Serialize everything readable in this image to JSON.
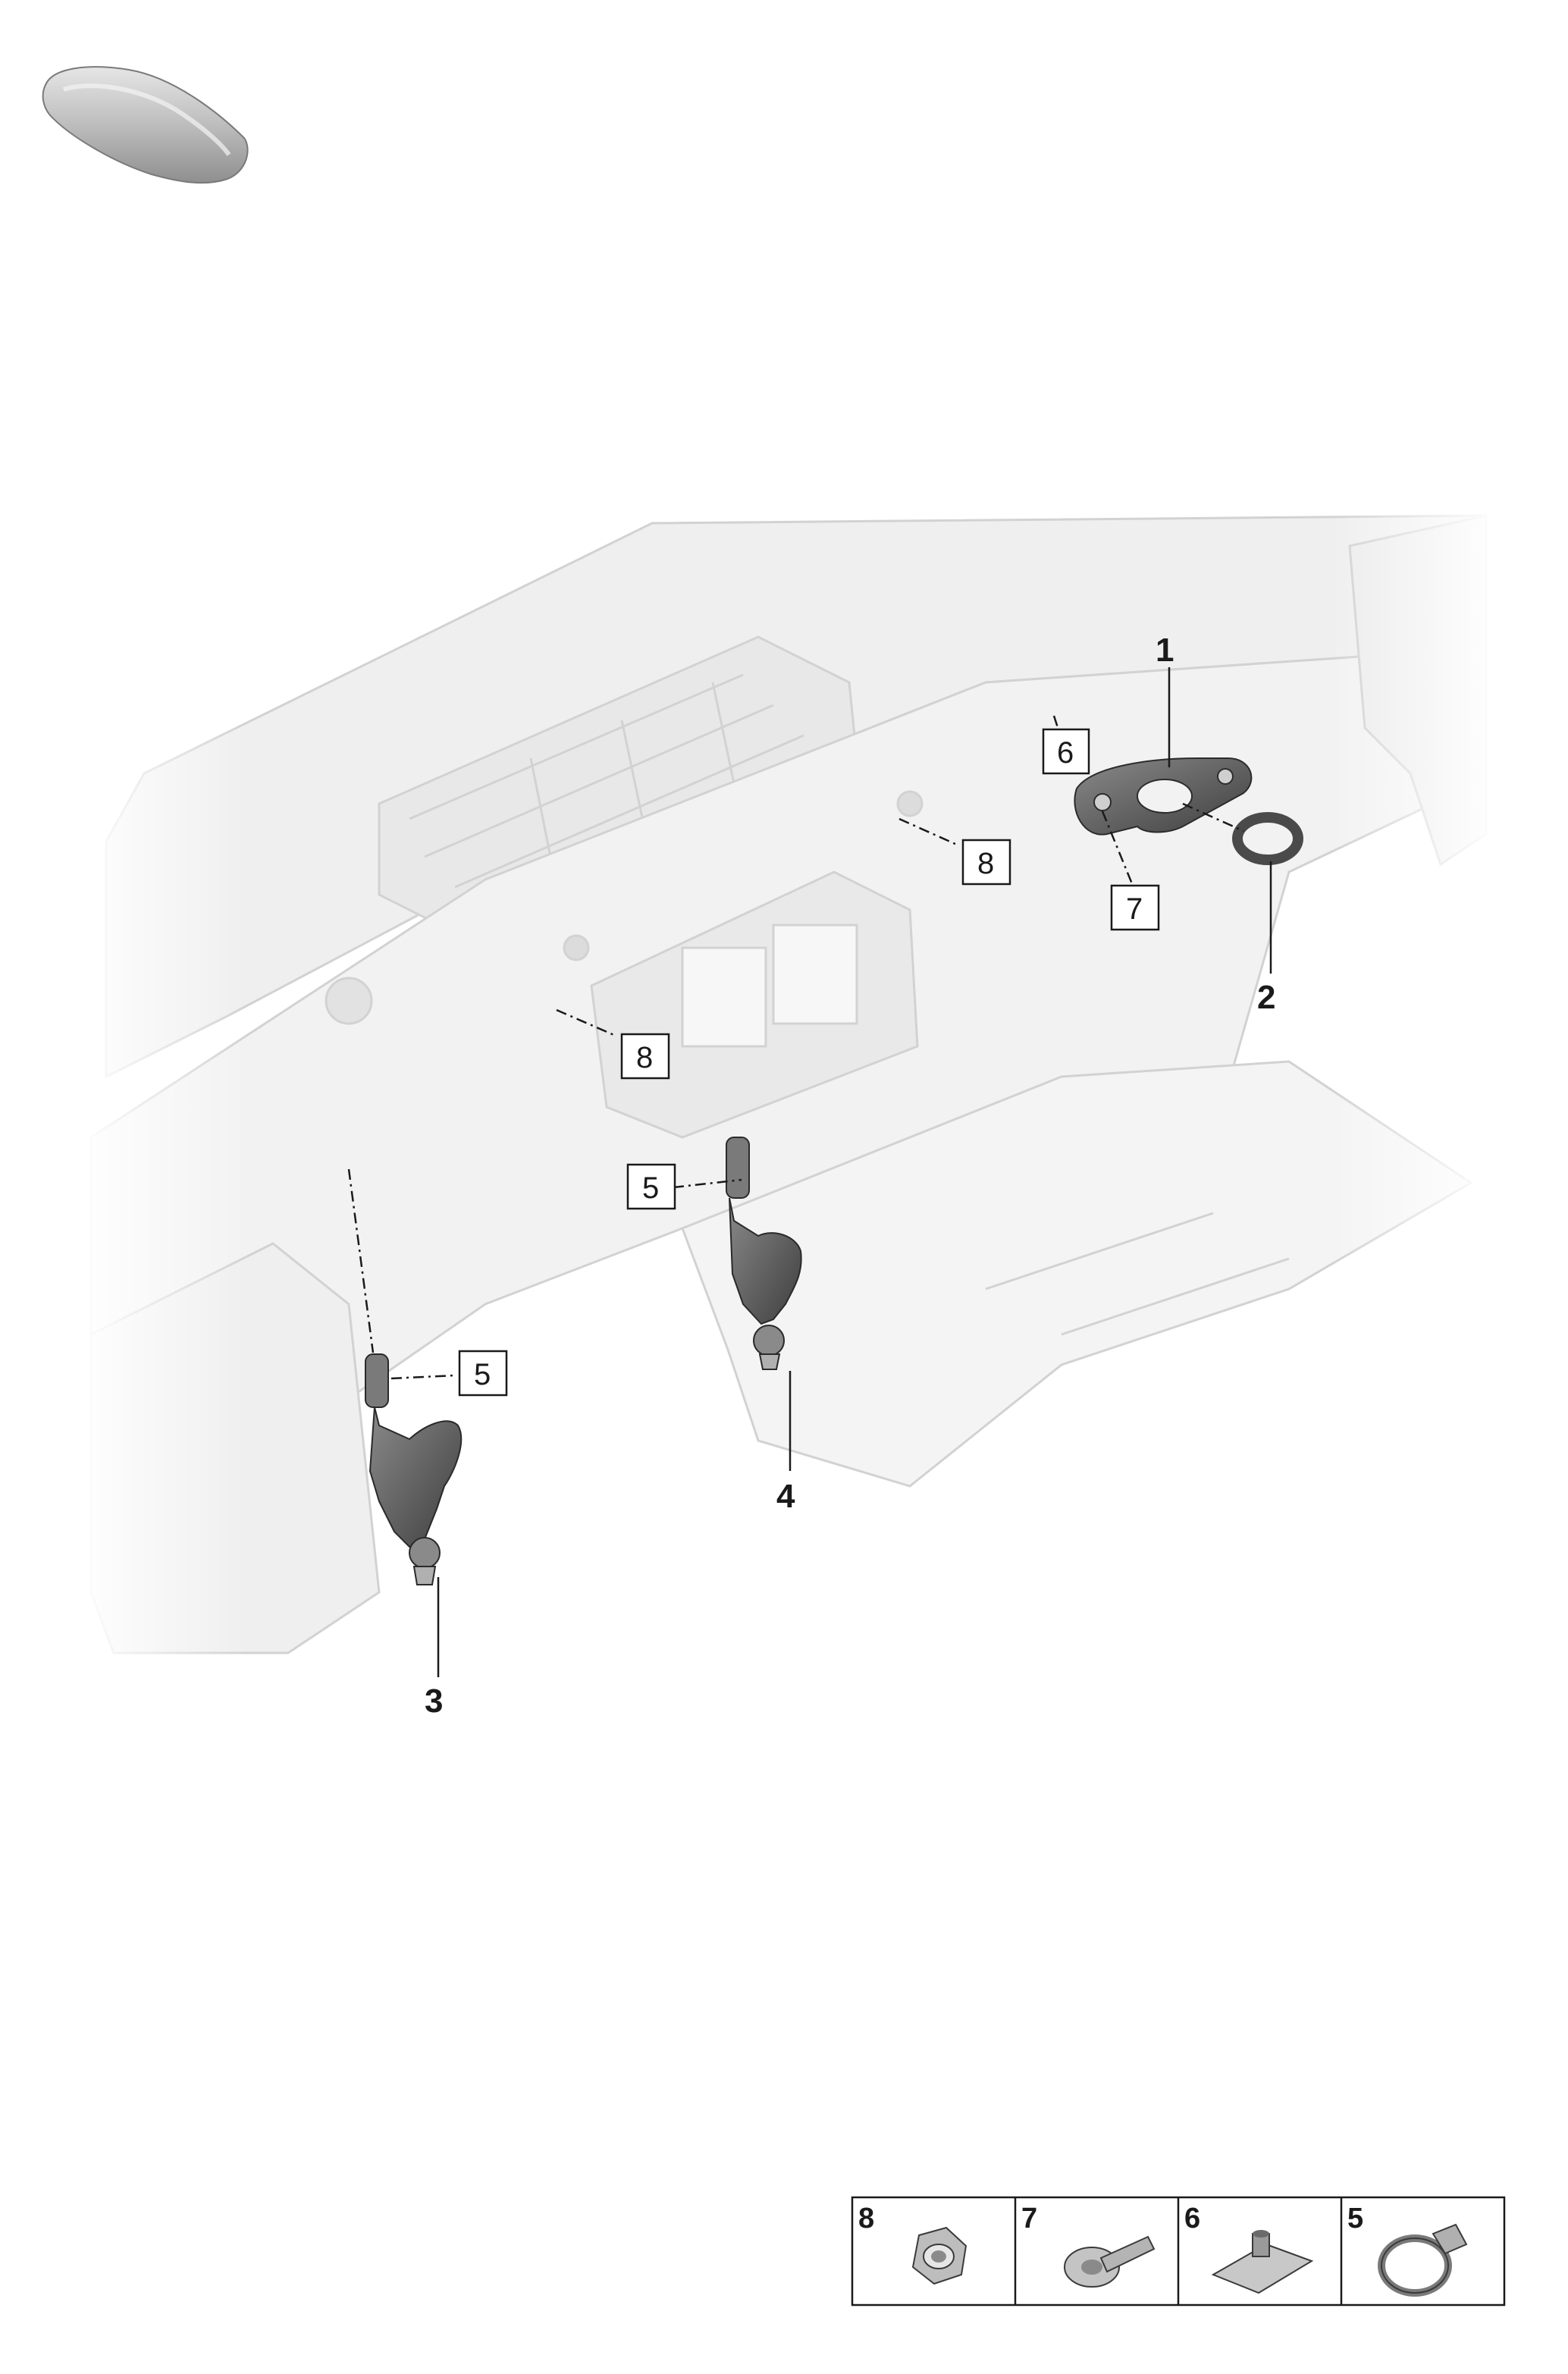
{
  "diagram": {
    "callouts": {
      "c1": "1",
      "c2": "2",
      "c3": "3",
      "c4": "4"
    },
    "boxed_labels": {
      "b5_left": "5",
      "b5_mid": "5",
      "b6": "6",
      "b7": "7",
      "b8_upper": "8",
      "b8_lower": "8"
    }
  },
  "legend": {
    "items": [
      {
        "number": "8",
        "icon": "hex-nut-icon"
      },
      {
        "number": "7",
        "icon": "bolt-icon"
      },
      {
        "number": "6",
        "icon": "clip-nut-icon"
      },
      {
        "number": "5",
        "icon": "hose-clamp-icon"
      }
    ]
  },
  "colors": {
    "line": "#1a1a1a",
    "ghost_structure": "#d9d9d9",
    "part_dark": "#5a5a5a",
    "part_mid": "#8a8a8a"
  }
}
